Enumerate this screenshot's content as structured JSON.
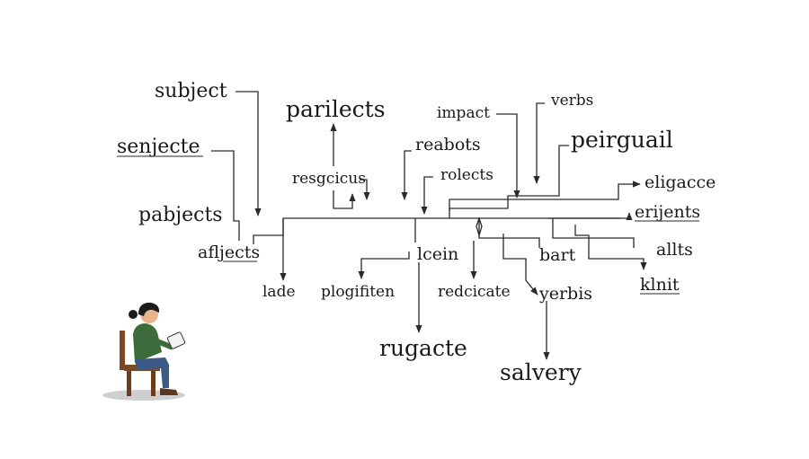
{
  "diagram": {
    "labels": {
      "subject": "subject",
      "senjecte": "senjecte",
      "pabjects": "pabjects",
      "afljects": "afljects",
      "parilects": "parilects",
      "resgcicus": "resgcicus",
      "impact": "impact",
      "reabots": "reabots",
      "rolects": "rolects",
      "verbs": "verbs",
      "peirguail": "peirguail",
      "eligacce": "eligacce",
      "erijents": "erijents",
      "allts": "allts",
      "klnit": "klnit",
      "lade": "lade",
      "plogifiten": "plogifiten",
      "lcein": "lcein",
      "redcicate": "redcicate",
      "bart": "bart",
      "yerbis": "yerbis",
      "rugacte": "rugacte",
      "salvery": "salvery"
    },
    "colors": {
      "ink": "#1a1a1a",
      "shirt": "#3e6b3a",
      "pants": "#3c5a86",
      "chair": "#7a4a26",
      "hair": "#1c1c1c",
      "skin": "#e8b48a"
    }
  }
}
